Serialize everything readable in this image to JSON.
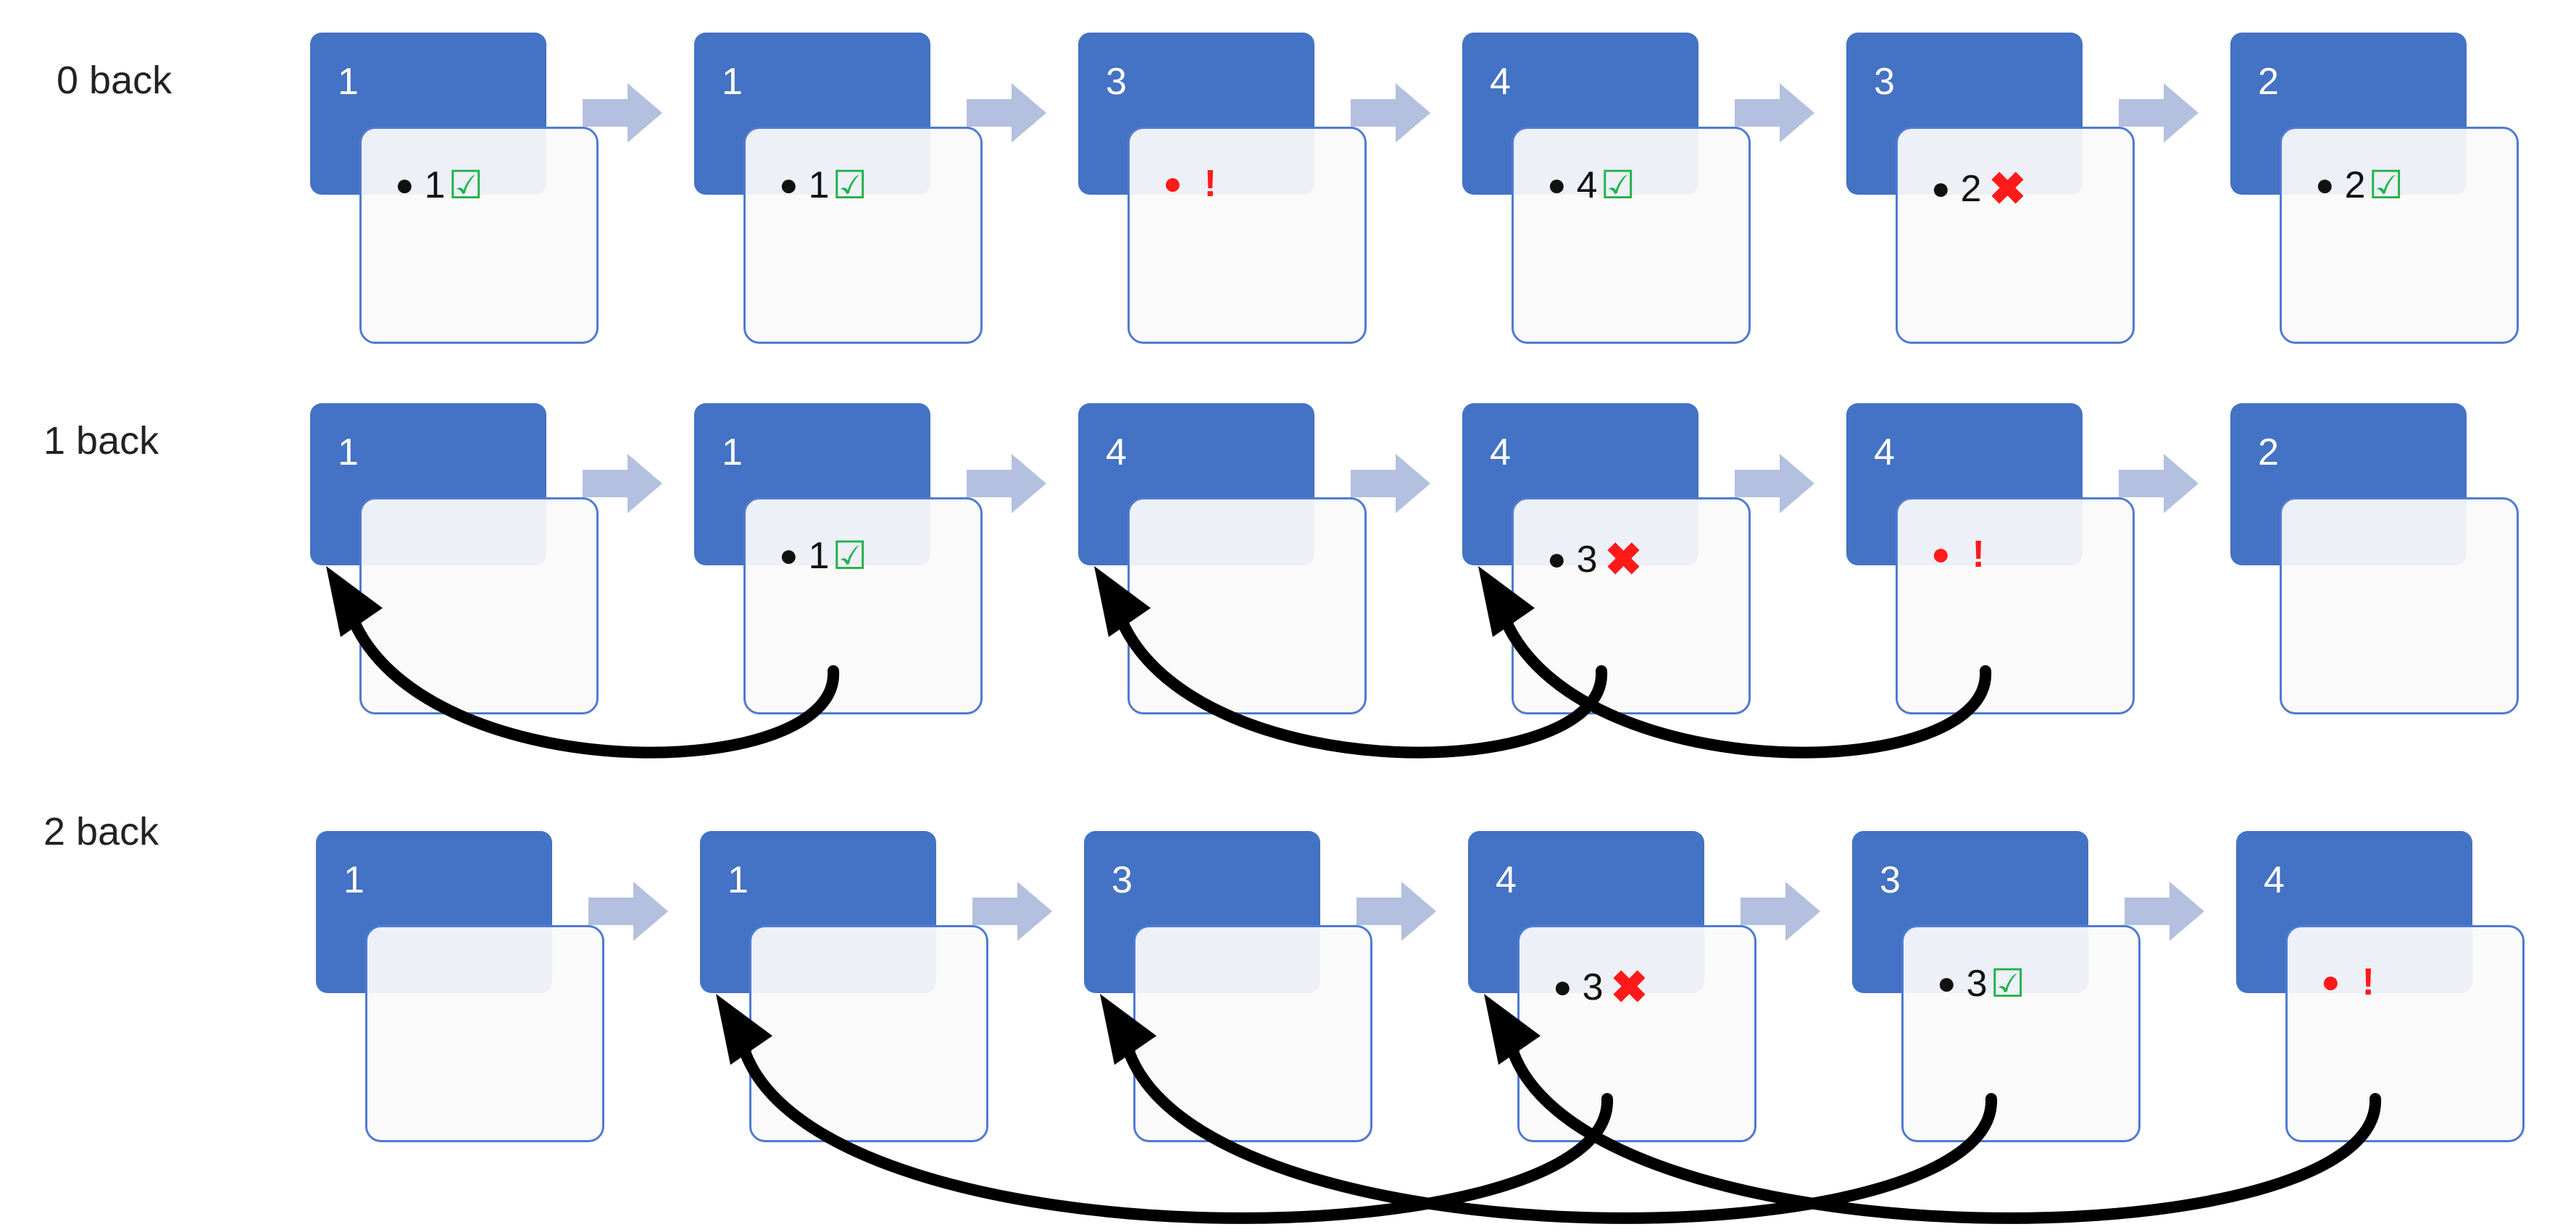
{
  "rows": [
    {
      "label": "0 back",
      "steps": [
        {
          "stimulus": "1",
          "response": {
            "value": "1",
            "mark": "☑",
            "status": "correct"
          }
        },
        {
          "stimulus": "1",
          "response": {
            "value": "1",
            "mark": "☑",
            "status": "correct"
          }
        },
        {
          "stimulus": "3",
          "response": {
            "value": "",
            "mark": "!",
            "status": "missed"
          }
        },
        {
          "stimulus": "4",
          "response": {
            "value": "4",
            "mark": "☑",
            "status": "correct"
          }
        },
        {
          "stimulus": "3",
          "response": {
            "value": "2",
            "mark": "✖",
            "status": "wrong"
          }
        },
        {
          "stimulus": "2",
          "response": {
            "value": "2",
            "mark": "☑",
            "status": "correct"
          }
        }
      ]
    },
    {
      "label": "1 back",
      "steps": [
        {
          "stimulus": "1",
          "response": null
        },
        {
          "stimulus": "1",
          "response": {
            "value": "1",
            "mark": "☑",
            "status": "correct"
          }
        },
        {
          "stimulus": "4",
          "response": null
        },
        {
          "stimulus": "4",
          "response": {
            "value": "3",
            "mark": "✖",
            "status": "wrong"
          }
        },
        {
          "stimulus": "4",
          "response": {
            "value": "",
            "mark": "!",
            "status": "missed"
          }
        },
        {
          "stimulus": "2",
          "response": null
        }
      ],
      "links": [
        [
          1,
          0
        ],
        [
          3,
          2
        ],
        [
          4,
          3
        ]
      ]
    },
    {
      "label": "2 back",
      "steps": [
        {
          "stimulus": "1",
          "response": null
        },
        {
          "stimulus": "1",
          "response": null
        },
        {
          "stimulus": "3",
          "response": null
        },
        {
          "stimulus": "4",
          "response": {
            "value": "3",
            "mark": "✖",
            "status": "wrong"
          }
        },
        {
          "stimulus": "3",
          "response": {
            "value": "3",
            "mark": "☑",
            "status": "correct"
          }
        },
        {
          "stimulus": "4",
          "response": {
            "value": "",
            "mark": "!",
            "status": "missed"
          }
        }
      ],
      "links": [
        [
          3,
          1
        ],
        [
          4,
          2
        ],
        [
          5,
          3
        ]
      ]
    }
  ],
  "colors": {
    "card": "#4472c4",
    "flow_arrow": "#b4c0df",
    "correct": "#22b14c",
    "wrong": "#ff1a1a",
    "link": "#000000"
  },
  "icons": {
    "flow": "right-arrow-icon",
    "correct": "checkbox-check-icon",
    "wrong": "red-x-icon",
    "missed": "exclamation-icon"
  }
}
